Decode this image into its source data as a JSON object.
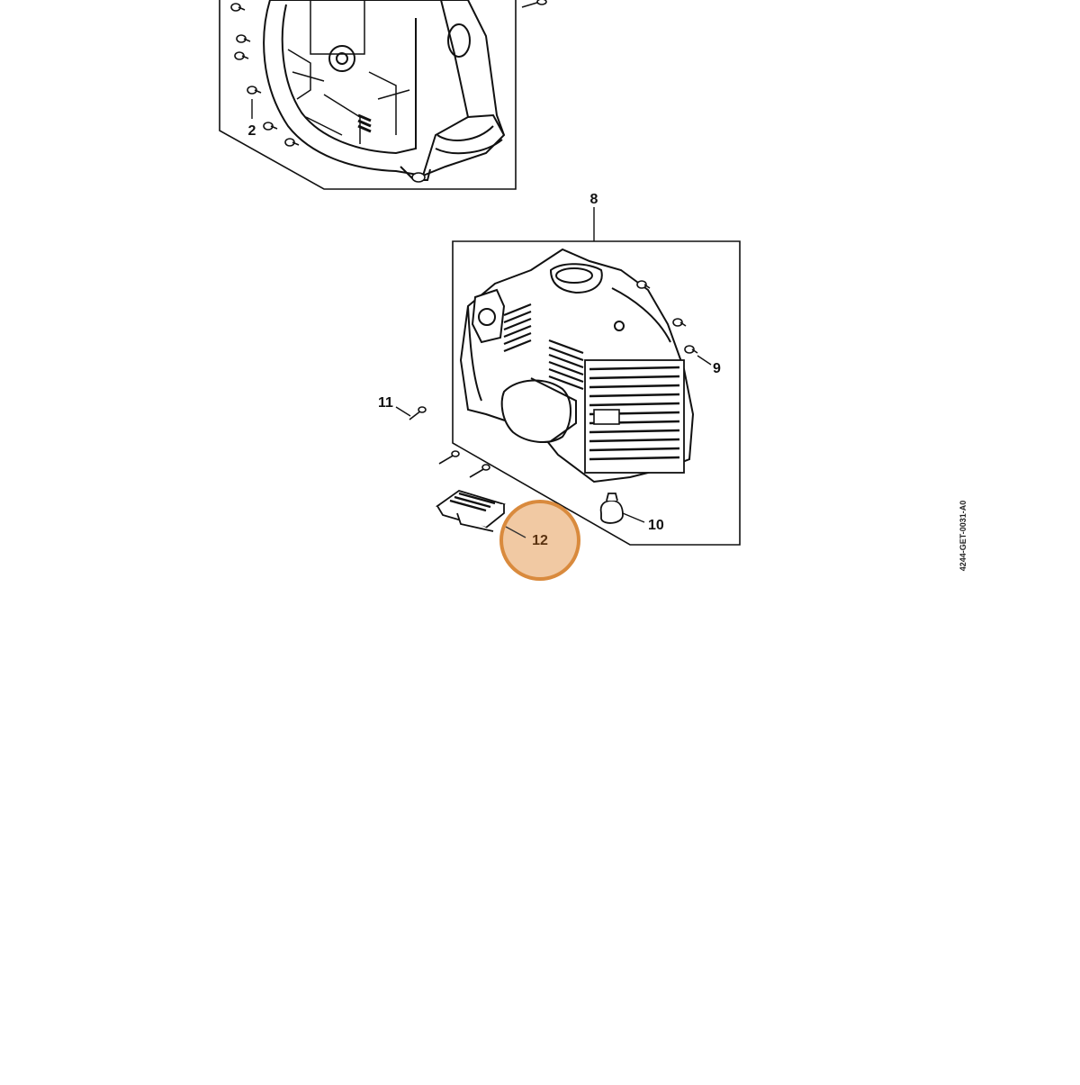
{
  "diagram": {
    "reference_code": "4244-GET-0031-A0",
    "highlight_color": "#d98a3d",
    "highlight_fill": "#f1c9a3",
    "callouts": [
      {
        "id": "2",
        "label": "2"
      },
      {
        "id": "8",
        "label": "8"
      },
      {
        "id": "9",
        "label": "9"
      },
      {
        "id": "10",
        "label": "10"
      },
      {
        "id": "11",
        "label": "11"
      },
      {
        "id": "12",
        "label": "12",
        "highlighted": true
      }
    ]
  }
}
